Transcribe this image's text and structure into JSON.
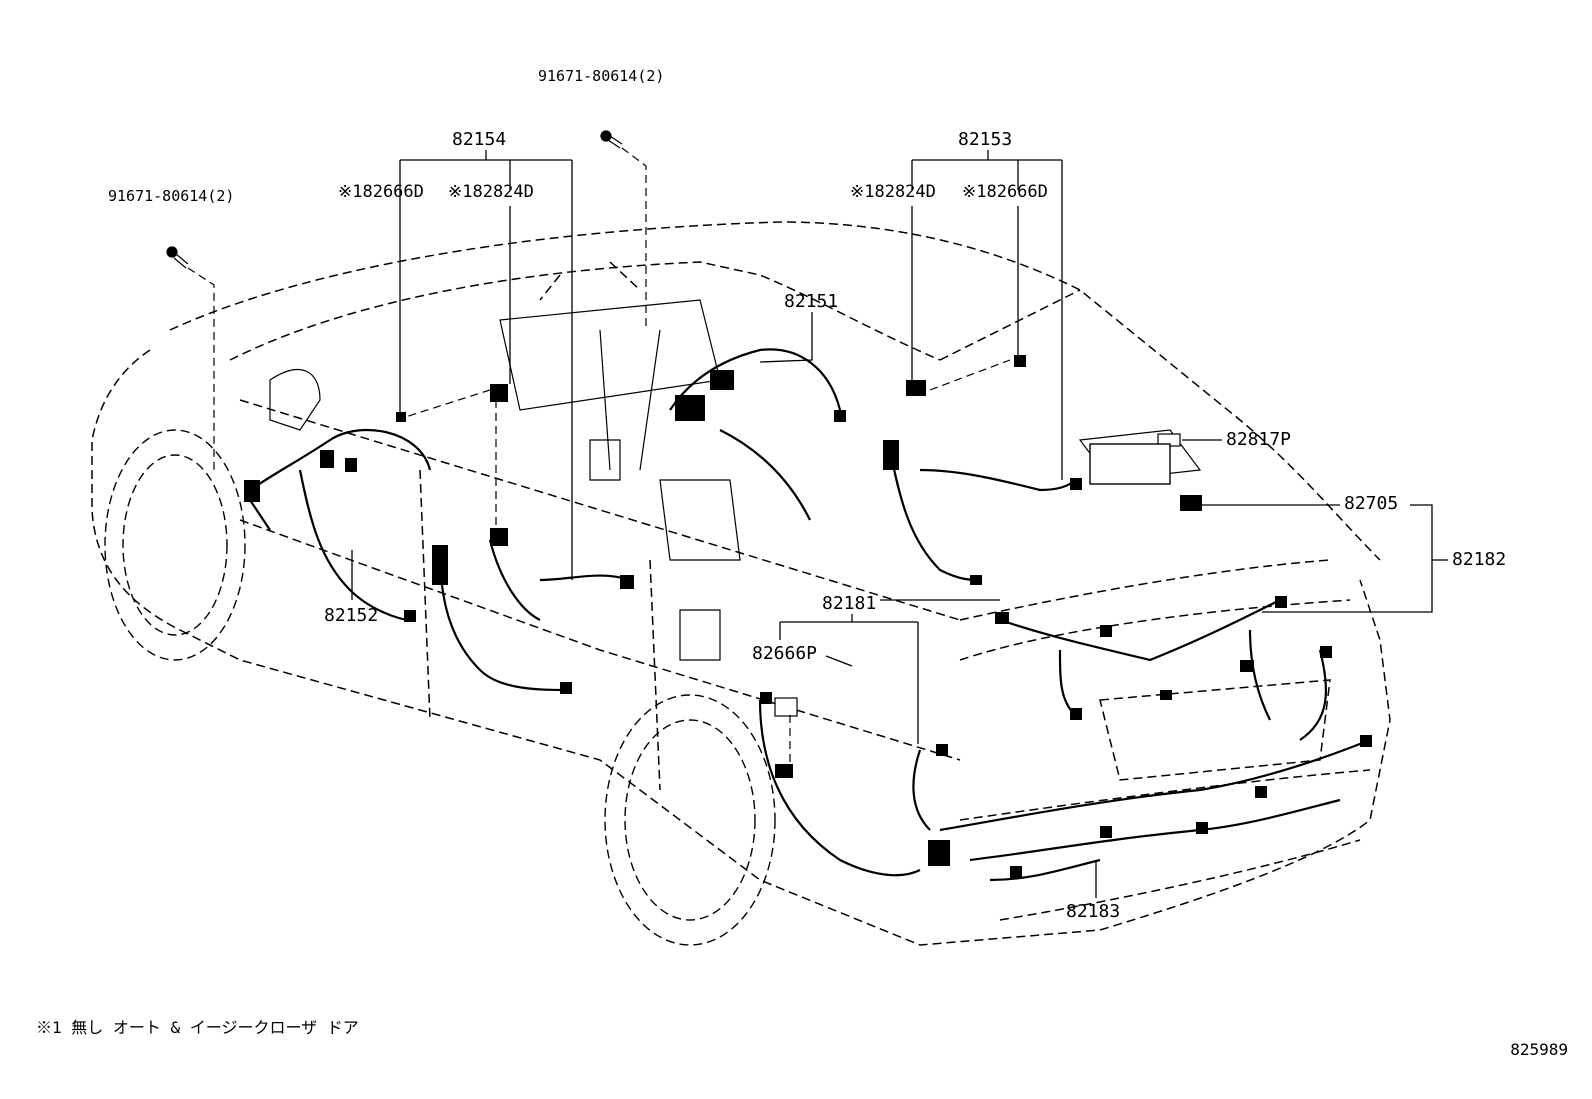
{
  "labels": {
    "bolt_center": "91671-80614(2)",
    "bolt_left": "91671-80614(2)",
    "p82154": "82154",
    "p82154_sub1": "※182666D",
    "p82154_sub2": "※182824D",
    "p82153": "82153",
    "p82153_sub1": "※182824D",
    "p82153_sub2": "※182666D",
    "p82151": "82151",
    "p82817p": "82817P",
    "p82705": "82705",
    "p82182": "82182",
    "p82152": "82152",
    "p82181": "82181",
    "p82666p": "82666P",
    "p82183": "82183"
  },
  "footnote": "※1 無し オート & イージークローザ ドア",
  "diagram_code": "825989"
}
